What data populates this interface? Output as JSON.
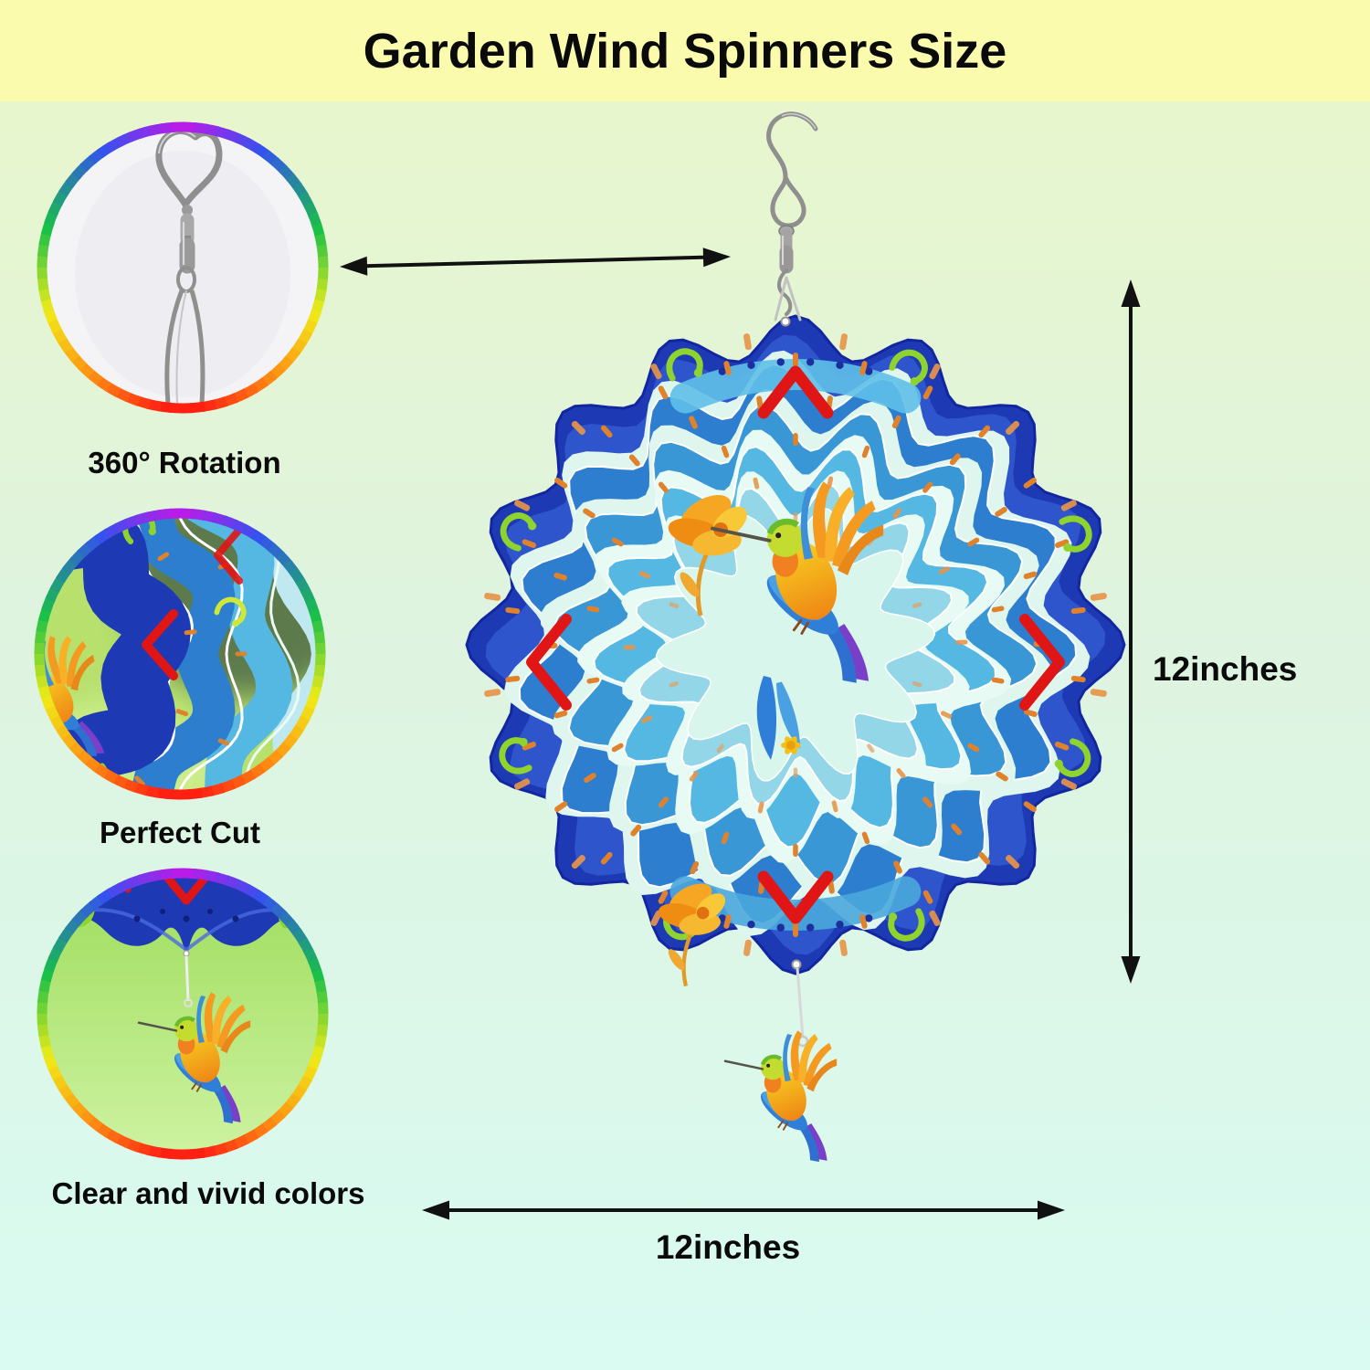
{
  "title": "Garden Wind Spinners Size",
  "features": [
    {
      "name": "rotation",
      "label": "360° Rotation",
      "icon": "swivel-hook"
    },
    {
      "name": "cut",
      "label": "Perfect Cut",
      "icon": "spinner-edge-closeup"
    },
    {
      "name": "vivid",
      "label": "Clear and vivid colors",
      "icon": "hummingbird-pendant"
    }
  ],
  "dimensions": {
    "height": "12inches",
    "width": "12inches"
  },
  "colors": {
    "banner_bg": "#fbfbad",
    "bg_top": "#e8f6cd",
    "bg_mid": "#def4e0",
    "bg_bottom": "#d9fbf2",
    "text": "#0a0a0a",
    "arrow": "#111111",
    "deep_blue": "#1d3ab4",
    "royal_blue": "#2e55cc",
    "mid_blue": "#2d7ecf",
    "sky_blue": "#3a97d6",
    "light_sky": "#55b8e2",
    "pale_cyan": "#93d6e8",
    "center_mint": "#d9f6ec",
    "gap_mint": "#def6ee",
    "gap_mint2": "#e7faf3",
    "accent_orange": "#e0822c",
    "accent_orange_light": "#e8954a",
    "accent_red": "#e01515",
    "accent_lime": "#8ed32e",
    "accent_navy": "#1b2f9e",
    "metal": "#8f8f8f",
    "wire": "#d8d8d8",
    "circle1_bg": "#f4f4f6",
    "circle2_green": "#b7e06d",
    "circle3_green_top": "#9edd5c",
    "circle3_green_bottom": "#cdf2a0",
    "bird_body_top": "#f7d020",
    "bird_body_bottom": "#ef8616",
    "bird_wing_blue": "#2f7fd8",
    "bird_head_green": "#c4dc30",
    "flower_orange": "#f5a623"
  }
}
